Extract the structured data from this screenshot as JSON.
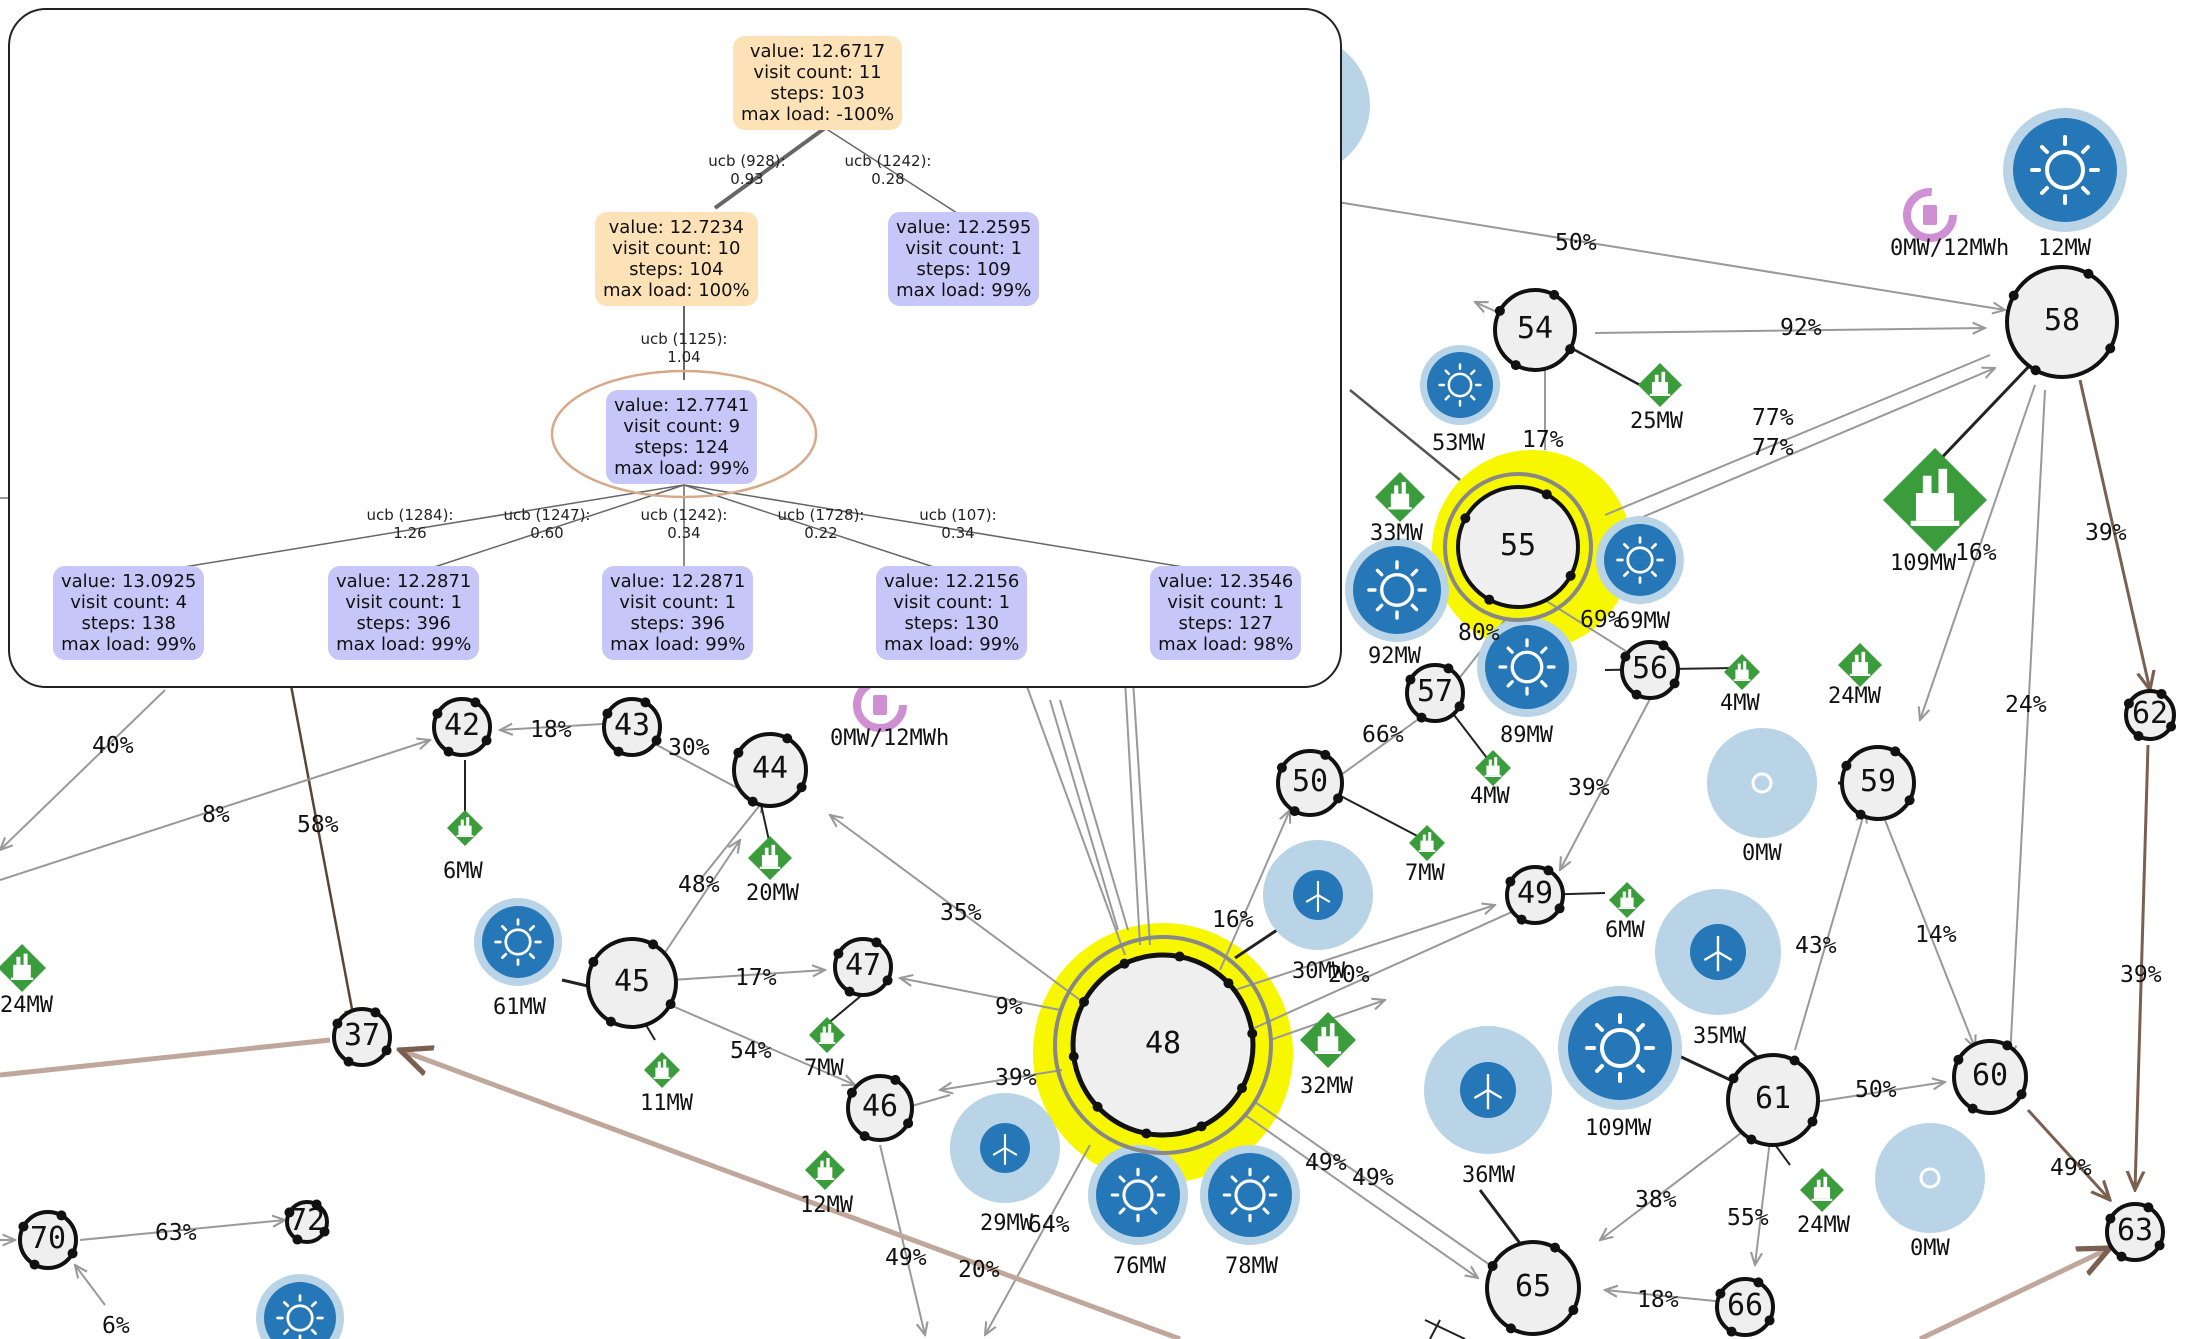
{
  "colors": {
    "highlight": "#f7f700",
    "solar": "#2577b8",
    "halo": "#b8d4e6",
    "load": "#3a9c3a",
    "storage": "#cf8fd3",
    "line": "#aaaaaa",
    "bus_fill": "#efefef",
    "tree_orange": "#fde2b8",
    "tree_blue": "#c6c6f8",
    "selected_ellipse": "#d5a98a"
  },
  "tree": {
    "root": {
      "value": "value: 12.6717",
      "visits": "visit count: 11",
      "steps": "steps: 103",
      "load": "max load: -100%"
    },
    "edges_l1": [
      {
        "label": "ucb (928):",
        "score": "0.93"
      },
      {
        "label": "ucb (1242):",
        "score": "0.28"
      }
    ],
    "level1": [
      {
        "value": "value: 12.7234",
        "visits": "visit count: 10",
        "steps": "steps: 104",
        "load": "max load: 100%"
      },
      {
        "value": "value: 12.2595",
        "visits": "visit count: 1",
        "steps": "steps: 109",
        "load": "max load: 99%"
      }
    ],
    "edge_l2": {
      "label": "ucb (1125):",
      "score": "1.04"
    },
    "level2": {
      "value": "value: 12.7741",
      "visits": "visit count: 9",
      "steps": "steps: 124",
      "load": "max load: 99%"
    },
    "edges_l3": [
      {
        "label": "ucb (1284):",
        "score": "1.26"
      },
      {
        "label": "ucb (1247):",
        "score": "0.60"
      },
      {
        "label": "ucb (1242):",
        "score": "0.34"
      },
      {
        "label": "ucb (1728):",
        "score": "0.22"
      },
      {
        "label": "ucb (107):",
        "score": "0.34"
      }
    ],
    "level3": [
      {
        "value": "value: 13.0925",
        "visits": "visit count: 4",
        "steps": "steps: 138",
        "load": "max load: 99%"
      },
      {
        "value": "value: 12.2871",
        "visits": "visit count: 1",
        "steps": "steps: 396",
        "load": "max load: 99%"
      },
      {
        "value": "value: 12.2871",
        "visits": "visit count: 1",
        "steps": "steps: 396",
        "load": "max load: 99%"
      },
      {
        "value": "value: 12.2156",
        "visits": "visit count: 1",
        "steps": "steps: 130",
        "load": "max load: 99%"
      },
      {
        "value": "value: 12.3546",
        "visits": "visit count: 1",
        "steps": "steps: 127",
        "load": "max load: 98%"
      }
    ]
  },
  "grid": {
    "buses": [
      "37",
      "42",
      "43",
      "44",
      "45",
      "46",
      "47",
      "48",
      "49",
      "50",
      "54",
      "55",
      "56",
      "57",
      "58",
      "59",
      "60",
      "61",
      "62",
      "63",
      "65",
      "66",
      "70",
      "72"
    ],
    "generators": [
      {
        "type": "solar",
        "label": "12MW"
      },
      {
        "type": "solar",
        "label": "53MW"
      },
      {
        "type": "solar",
        "label": "92MW"
      },
      {
        "type": "solar",
        "label": "89MW"
      },
      {
        "type": "solar",
        "label": "69MW"
      },
      {
        "type": "solar",
        "label": "61MW"
      },
      {
        "type": "solar",
        "label": "76MW"
      },
      {
        "type": "solar",
        "label": "78MW"
      },
      {
        "type": "solar",
        "label": "109MW"
      },
      {
        "type": "solar",
        "label": ""
      },
      {
        "type": "wind",
        "label": "30MW"
      },
      {
        "type": "wind",
        "label": "29MW"
      },
      {
        "type": "wind",
        "label": "35MW"
      },
      {
        "type": "wind",
        "label": "36MW"
      },
      {
        "type": "nuclear",
        "label": "0MW"
      },
      {
        "type": "nuclear",
        "label": "0MW"
      }
    ],
    "loads": [
      "25MW",
      "33MW",
      "109MW",
      "4MW",
      "24MW",
      "4MW",
      "7MW",
      "6MW",
      "6MW",
      "20MW",
      "7MW",
      "11MW",
      "32MW",
      "12MW",
      "24MW",
      "24MW"
    ],
    "storage": [
      "0MW/12MWh",
      "0MW/12MWh"
    ],
    "line_loadings": [
      "50%",
      "92%",
      "77%",
      "77%",
      "17%",
      "16%",
      "39%",
      "80%",
      "69%",
      "66%",
      "39%",
      "24%",
      "39%",
      "18%",
      "30%",
      "40%",
      "8%",
      "58%",
      "35%",
      "48%",
      "17%",
      "9%",
      "54%",
      "39%",
      "16%",
      "20%",
      "43%",
      "14%",
      "50%",
      "38%",
      "55%",
      "49%",
      "49%",
      "49%",
      "18%",
      "63%",
      "6%",
      "49%",
      "20%",
      "64%"
    ]
  }
}
